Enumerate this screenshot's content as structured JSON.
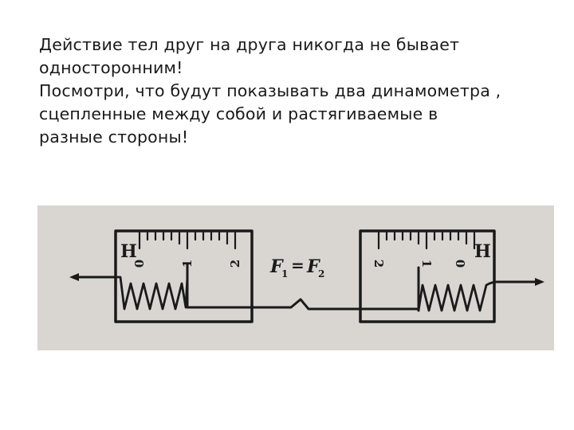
{
  "slide": {
    "lines": [
      "Действие тел друг на друга никогда не бывает",
      "односторонним!",
      "Посмотри, что будут показывать два динамометра ,",
      "сцепленные между собой и растягиваемые в",
      "разные стороны!"
    ]
  },
  "figure": {
    "left_dynamometer": {
      "unit": "Н",
      "scale": [
        "0",
        "1",
        "2"
      ]
    },
    "right_dynamometer": {
      "unit": "Н",
      "scale": [
        "2",
        "1",
        "0"
      ]
    },
    "formula": {
      "f1": "F",
      "sub1": "1",
      "eq": "=",
      "f2": "F",
      "sub2": "2"
    }
  },
  "colors": {
    "background": "#ffffff",
    "figure_bg": "#d9d6d2",
    "ink": "#1a1a1a"
  }
}
